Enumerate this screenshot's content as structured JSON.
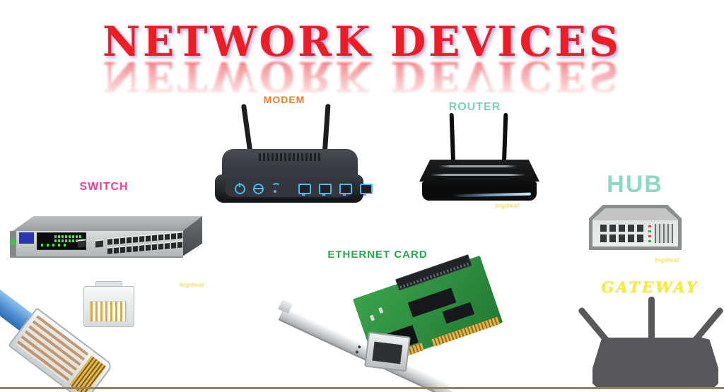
{
  "title": "NETWORK DEVICES",
  "watermark": {
    "text": "bigdeal"
  },
  "devices": {
    "modem": {
      "label": "MODEM",
      "label_color": "#ef7d2a"
    },
    "router": {
      "label": "ROUTER",
      "label_color": "#7bd3b4"
    },
    "switch": {
      "label": "SWITCH",
      "label_color": "#ef3e9c"
    },
    "hub": {
      "label": "HUB",
      "label_color": "#8bdcbf"
    },
    "ethernet_card": {
      "label": "ETHERNET CARD",
      "label_color": "#27a94b"
    },
    "gateway": {
      "label": "GATEWAY",
      "label_color": "#f2ef3c"
    }
  },
  "colors": {
    "title_red": "#ee1c25",
    "indicator_blue": "#4db9ea",
    "switch_led_green": "#42e84b",
    "cable_blue": "#4e8fd2",
    "pcb_green": "#2f9b3f",
    "bottom_line": "#9a8164"
  }
}
